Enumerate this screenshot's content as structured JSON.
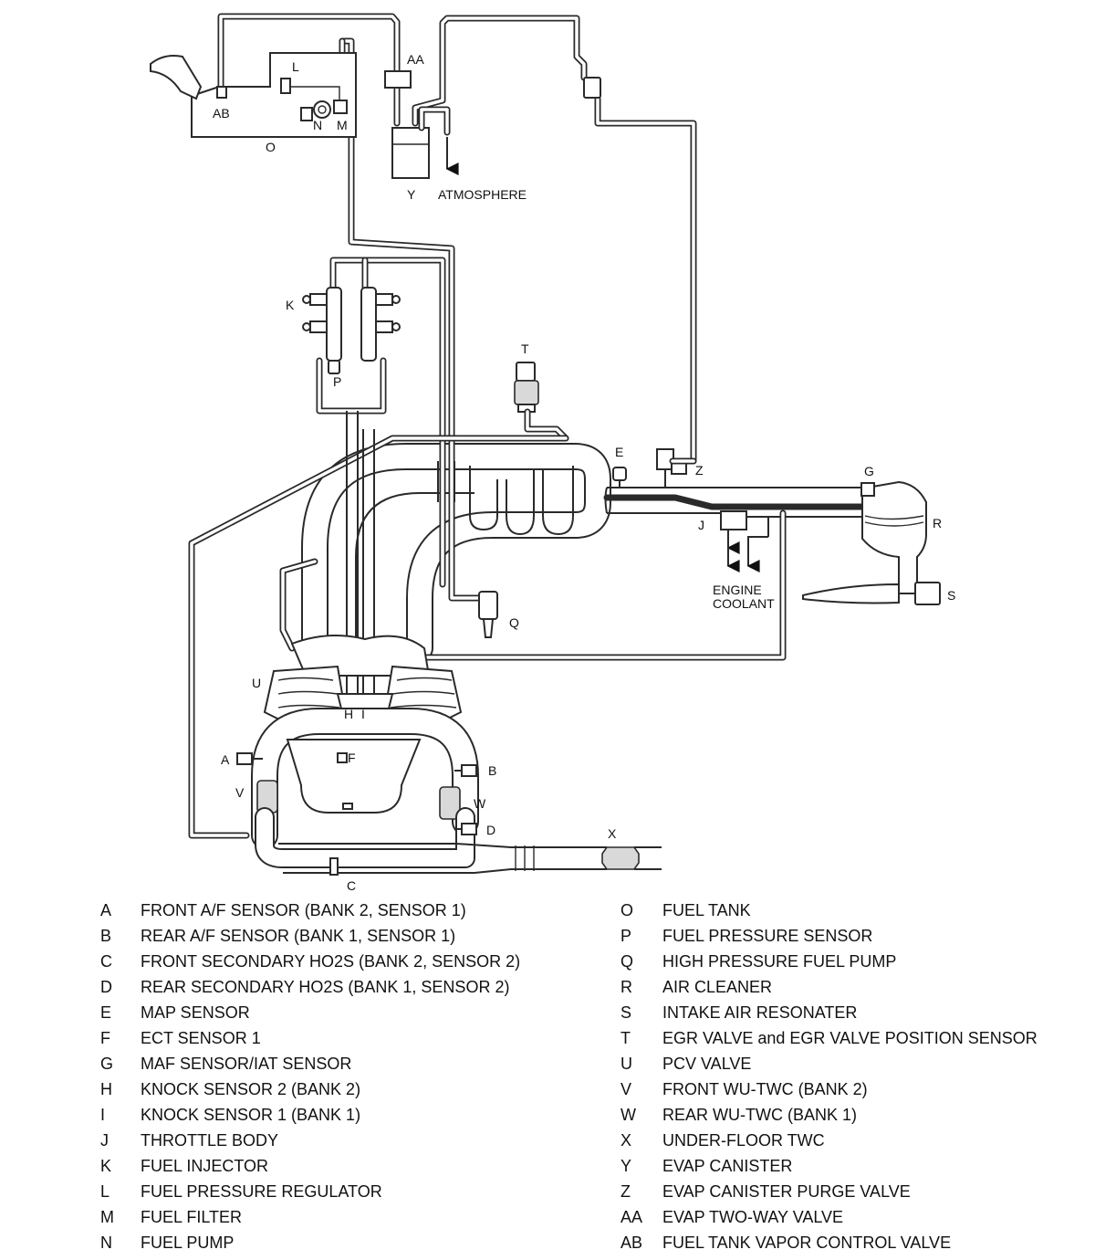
{
  "diagram": {
    "callouts": {
      "A": "A",
      "B": "B",
      "C": "C",
      "D": "D",
      "E": "E",
      "F": "F",
      "G": "G",
      "H": "H",
      "I": "I",
      "J": "J",
      "K": "K",
      "L": "L",
      "M": "M",
      "N": "N",
      "O": "O",
      "P": "P",
      "Q": "Q",
      "R": "R",
      "S": "S",
      "T": "T",
      "U": "U",
      "V": "V",
      "W": "W",
      "X": "X",
      "Y": "Y",
      "Z": "Z",
      "AA": "AA",
      "AB": "AB"
    },
    "atmosphere_label": "ATMOSPHERE",
    "engine_coolant_label": [
      "ENGINE",
      "COOLANT"
    ]
  },
  "legend": {
    "left": [
      {
        "code": "A",
        "text": "FRONT A/F SENSOR (BANK 2, SENSOR 1)"
      },
      {
        "code": "B",
        "text": "REAR A/F SENSOR (BANK 1, SENSOR 1)"
      },
      {
        "code": "C",
        "text": "FRONT SECONDARY HO2S (BANK 2, SENSOR 2)"
      },
      {
        "code": "D",
        "text": "REAR SECONDARY HO2S (BANK 1, SENSOR 2)"
      },
      {
        "code": "E",
        "text": "MAP SENSOR"
      },
      {
        "code": "F",
        "text": "ECT SENSOR 1"
      },
      {
        "code": "G",
        "text": "MAF SENSOR/IAT SENSOR"
      },
      {
        "code": "H",
        "text": "KNOCK SENSOR 2 (BANK 2)"
      },
      {
        "code": "I",
        "text": "KNOCK SENSOR 1 (BANK 1)"
      },
      {
        "code": "J",
        "text": "THROTTLE BODY"
      },
      {
        "code": "K",
        "text": "FUEL INJECTOR"
      },
      {
        "code": "L",
        "text": "FUEL PRESSURE REGULATOR"
      },
      {
        "code": "M",
        "text": "FUEL FILTER"
      },
      {
        "code": "N",
        "text": "FUEL PUMP"
      }
    ],
    "right": [
      {
        "code": "O",
        "text": "FUEL TANK"
      },
      {
        "code": "P",
        "text": "FUEL PRESSURE SENSOR"
      },
      {
        "code": "Q",
        "text": "HIGH PRESSURE FUEL PUMP"
      },
      {
        "code": "R",
        "text": "AIR CLEANER"
      },
      {
        "code": "S",
        "text": "INTAKE AIR RESONATER"
      },
      {
        "code": "T",
        "text": "EGR VALVE and EGR VALVE POSITION SENSOR"
      },
      {
        "code": "U",
        "text": "PCV VALVE"
      },
      {
        "code": "V",
        "text": "FRONT WU-TWC (BANK 2)"
      },
      {
        "code": "W",
        "text": "REAR WU-TWC (BANK 1)"
      },
      {
        "code": "X",
        "text": "UNDER-FLOOR TWC"
      },
      {
        "code": "Y",
        "text": "EVAP CANISTER"
      },
      {
        "code": "Z",
        "text": "EVAP CANISTER PURGE VALVE"
      },
      {
        "code": "AA",
        "text": "EVAP TWO-WAY VALVE"
      },
      {
        "code": "AB",
        "text": "FUEL TANK VAPOR CONTROL VALVE"
      }
    ]
  }
}
